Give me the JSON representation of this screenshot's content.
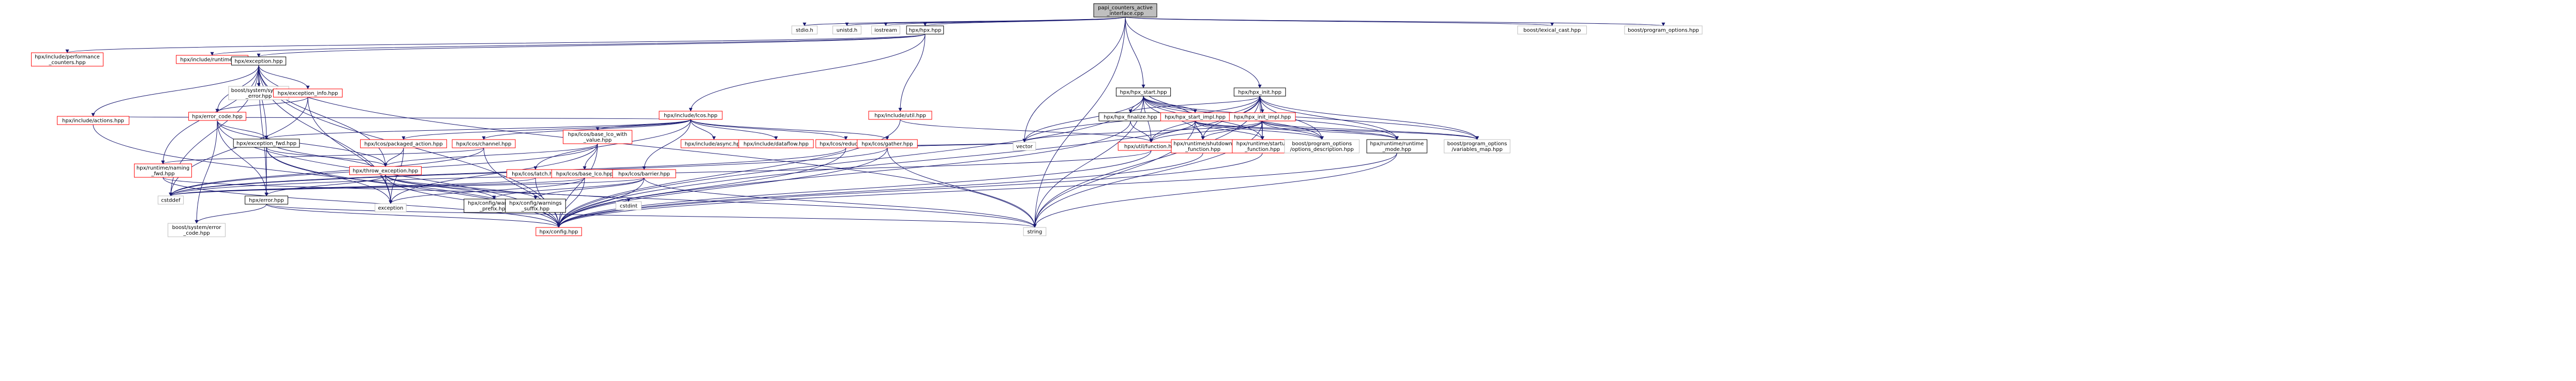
{
  "colors": {
    "edge": "#191970",
    "root_fill": "#bfbfbf",
    "link_stroke": "#000000",
    "undoc_stroke": "#ff0000",
    "sys_stroke": "#bfbfbf",
    "link_text": "#000000",
    "undoc_text": "#000000"
  },
  "nodes": [
    {
      "id": "root",
      "lines": [
        "papi_counters_active",
        "_interface.cpp"
      ],
      "kind": "root"
    },
    {
      "id": "stdio",
      "lines": [
        "stdio.h"
      ],
      "kind": "sys"
    },
    {
      "id": "unistd",
      "lines": [
        "unistd.h"
      ],
      "kind": "sys"
    },
    {
      "id": "iostream",
      "lines": [
        "iostream"
      ],
      "kind": "sys"
    },
    {
      "id": "hpx",
      "lines": [
        "hpx/hpx.hpp"
      ],
      "kind": "link"
    },
    {
      "id": "lexcast",
      "lines": [
        "boost/lexical_cast.hpp"
      ],
      "kind": "sys"
    },
    {
      "id": "progopt",
      "lines": [
        "boost/program_options.hpp"
      ],
      "kind": "sys"
    },
    {
      "id": "perf",
      "lines": [
        "hpx/include/performance",
        "_counters.hpp"
      ],
      "kind": "undoc"
    },
    {
      "id": "runtime",
      "lines": [
        "hpx/include/runtime.hpp"
      ],
      "kind": "undoc"
    },
    {
      "id": "exception",
      "lines": [
        "hpx/exception.hpp"
      ],
      "kind": "link"
    },
    {
      "id": "lcos",
      "lines": [
        "hpx/include/lcos.hpp"
      ],
      "kind": "undoc"
    },
    {
      "id": "util",
      "lines": [
        "hpx/include/util.hpp"
      ],
      "kind": "undoc"
    },
    {
      "id": "hpxstart",
      "lines": [
        "hpx/hpx_start.hpp"
      ],
      "kind": "link"
    },
    {
      "id": "hpxinit",
      "lines": [
        "hpx/hpx_init.hpp"
      ],
      "kind": "link"
    },
    {
      "id": "syserr",
      "lines": [
        "boost/system/system",
        "_error.hpp"
      ],
      "kind": "sys"
    },
    {
      "id": "excinfo",
      "lines": [
        "hpx/exception_info.hpp"
      ],
      "kind": "undoc"
    },
    {
      "id": "errcode",
      "lines": [
        "hpx/error_code.hpp"
      ],
      "kind": "undoc"
    },
    {
      "id": "actions",
      "lines": [
        "hpx/include/actions.hpp"
      ],
      "kind": "undoc"
    },
    {
      "id": "excfwd",
      "lines": [
        "hpx/exception_fwd.hpp"
      ],
      "kind": "link"
    },
    {
      "id": "packaged",
      "lines": [
        "hpx/lcos/packaged_action.hpp"
      ],
      "kind": "undoc"
    },
    {
      "id": "channel",
      "lines": [
        "hpx/lcos/channel.hpp"
      ],
      "kind": "undoc"
    },
    {
      "id": "baselcoswv",
      "lines": [
        "hpx/lcos/base_lco_with",
        "_value.hpp"
      ],
      "kind": "undoc"
    },
    {
      "id": "async",
      "lines": [
        "hpx/include/async.hpp"
      ],
      "kind": "undoc"
    },
    {
      "id": "dataflow",
      "lines": [
        "hpx/include/dataflow.hpp"
      ],
      "kind": "undoc"
    },
    {
      "id": "reduce",
      "lines": [
        "hpx/lcos/reduce.hpp"
      ],
      "kind": "undoc"
    },
    {
      "id": "gather",
      "lines": [
        "hpx/lcos/gather.hpp"
      ],
      "kind": "undoc"
    },
    {
      "id": "throwexc",
      "lines": [
        "hpx/throw_exception.hpp"
      ],
      "kind": "undoc"
    },
    {
      "id": "warning",
      "lines": [
        "hpx/runtime/naming",
        "_fwd.hpp"
      ],
      "kind": "undoc"
    },
    {
      "id": "latch",
      "lines": [
        "hpx/lcos/latch.hpp"
      ],
      "kind": "undoc"
    },
    {
      "id": "baselco",
      "lines": [
        "hpx/lcos/base_lco.hpp"
      ],
      "kind": "undoc"
    },
    {
      "id": "barrier",
      "lines": [
        "hpx/lcos/barrier.hpp"
      ],
      "kind": "undoc"
    },
    {
      "id": "errorhpp",
      "lines": [
        "hpx/error.hpp"
      ],
      "kind": "link"
    },
    {
      "id": "cstddef",
      "lines": [
        "cstddef"
      ],
      "kind": "sys"
    },
    {
      "id": "exceptionstd",
      "lines": [
        "exception"
      ],
      "kind": "sys"
    },
    {
      "id": "prefix",
      "lines": [
        "hpx/config/warnings",
        "_prefix.hpp"
      ],
      "kind": "link"
    },
    {
      "id": "suffix",
      "lines": [
        "hpx/config/warnings",
        "_suffix.hpp"
      ],
      "kind": "link"
    },
    {
      "id": "cstdint",
      "lines": [
        "cstdint"
      ],
      "kind": "sys"
    },
    {
      "id": "errcodesys",
      "lines": [
        "boost/system/error",
        "_code.hpp"
      ],
      "kind": "sys"
    },
    {
      "id": "config",
      "lines": [
        "hpx/config.hpp"
      ],
      "kind": "undoc"
    },
    {
      "id": "string",
      "lines": [
        "string"
      ],
      "kind": "sys"
    },
    {
      "id": "utilhpp",
      "lines": [
        "hpx/include/util.hpp"
      ],
      "kind": "undoc"
    },
    {
      "id": "vector",
      "lines": [
        "vector"
      ],
      "kind": "sys"
    },
    {
      "id": "finalize",
      "lines": [
        "hpx/hpx_finalize.hpp"
      ],
      "kind": "link"
    },
    {
      "id": "startimpl",
      "lines": [
        "hpx/hpx_start_impl.hpp"
      ],
      "kind": "undoc"
    },
    {
      "id": "initimpl",
      "lines": [
        "hpx/hpx_init_impl.hpp"
      ],
      "kind": "undoc"
    },
    {
      "id": "function",
      "lines": [
        "hpx/util/function.hpp"
      ],
      "kind": "undoc"
    },
    {
      "id": "shutdown",
      "lines": [
        "hpx/runtime/shutdown",
        "_function.hpp"
      ],
      "kind": "undoc"
    },
    {
      "id": "startupf",
      "lines": [
        "hpx/runtime/startup",
        "_function.hpp"
      ],
      "kind": "undoc"
    },
    {
      "id": "optdesc",
      "lines": [
        "boost/program_options",
        "/options_description.hpp"
      ],
      "kind": "sys"
    },
    {
      "id": "rtmode",
      "lines": [
        "hpx/runtime/runtime",
        "_mode.hpp"
      ],
      "kind": "link"
    },
    {
      "id": "varmap",
      "lines": [
        "boost/program_options",
        "/variables_map.hpp"
      ],
      "kind": "sys"
    }
  ]
}
